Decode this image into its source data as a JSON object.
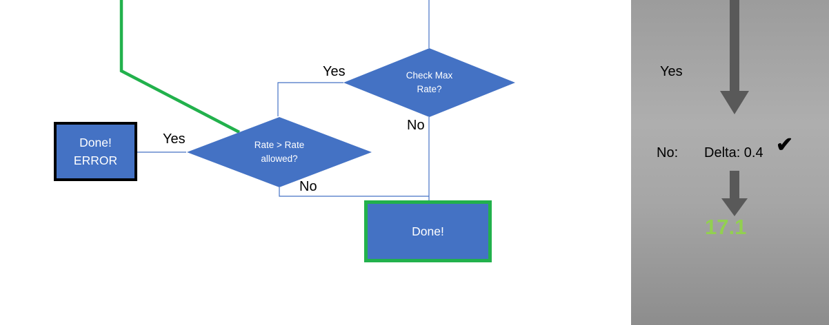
{
  "flowchart": {
    "check_max": {
      "line1": "Check Max",
      "line2": "Rate?"
    },
    "rate_allowed": {
      "line1": "Rate > Rate",
      "line2": "allowed?"
    },
    "done_error": {
      "line1": "Done!",
      "line2": "ERROR"
    },
    "done": {
      "label": "Done!"
    },
    "labels": {
      "check_max_yes": "Yes",
      "check_max_no": "No",
      "rate_yes": "Yes",
      "rate_no": "No"
    }
  },
  "panel": {
    "yes": "Yes",
    "no": "No:",
    "delta": "Delta: 0.4",
    "check": "✔",
    "result": "17.1"
  },
  "colors": {
    "shape_fill": "#4472C4",
    "shape_text": "#ffffff",
    "connector_blue": "#4472C4",
    "green_accent": "#22B14C",
    "error_border": "#000000",
    "arrow_gray": "#595959",
    "result_green": "#92D050",
    "panel_gray": "#a3a3a3"
  }
}
